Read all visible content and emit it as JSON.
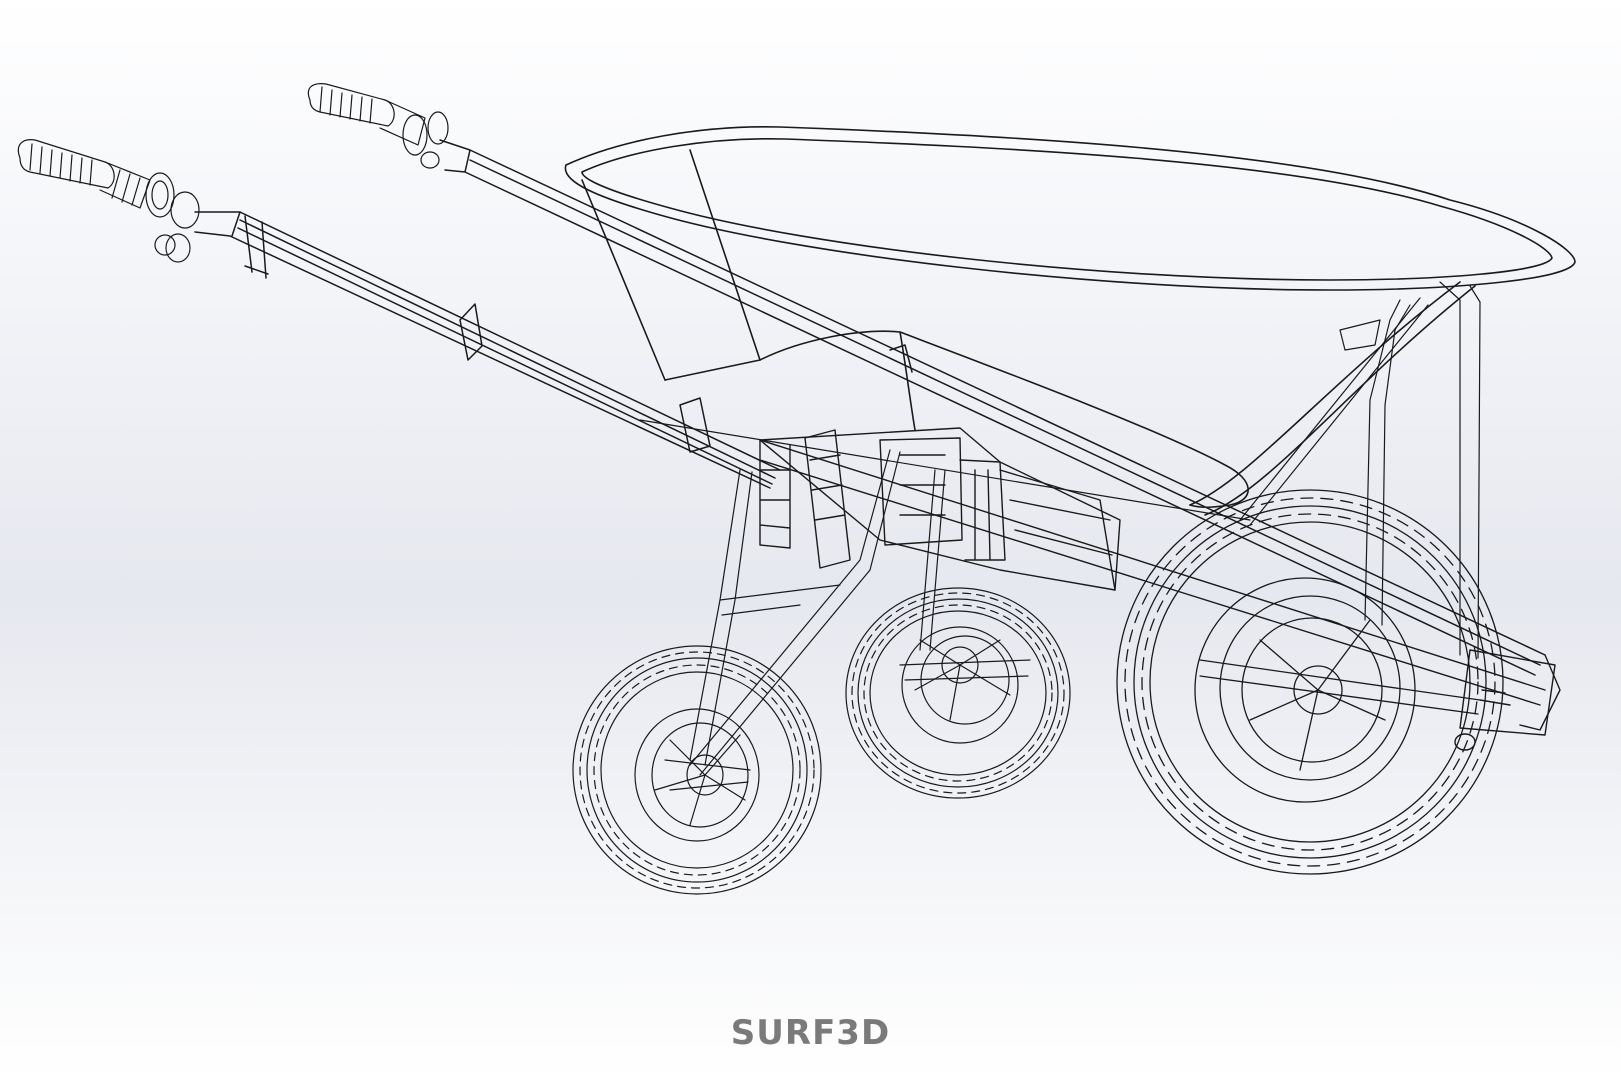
{
  "brand": {
    "text": "SURF3D",
    "color": "#7a7a7a"
  },
  "drawing": {
    "subject": "wheelbarrow-cart-wireframe",
    "style": "wireframe",
    "line_color": "#1a1a1a",
    "background_color": "#e6e8ef",
    "parts": [
      "handle-grip",
      "handle-bar",
      "tray",
      "frame",
      "wheel",
      "axle",
      "support-strut"
    ],
    "wheel_count": 3
  }
}
